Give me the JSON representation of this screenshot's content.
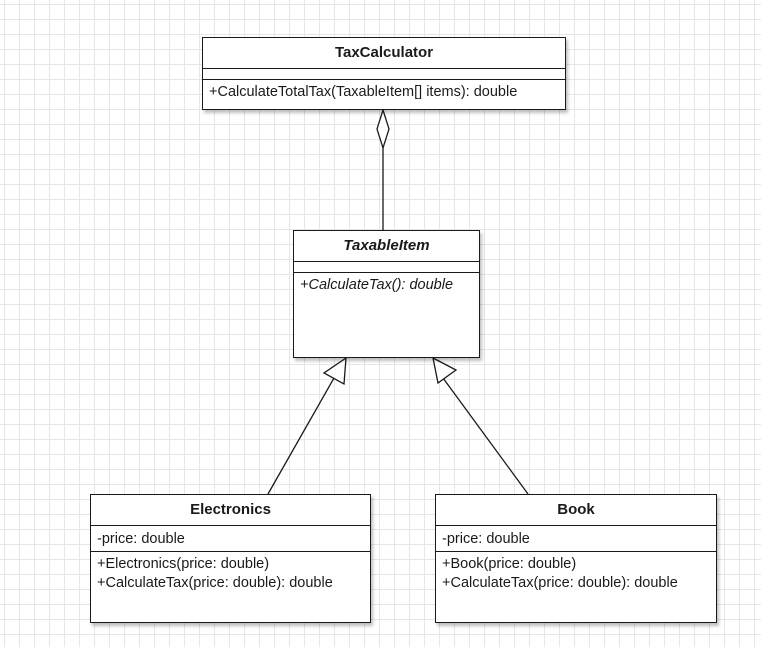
{
  "diagram": {
    "classes": {
      "tax_calculator": {
        "name": "TaxCalculator",
        "attributes": [],
        "methods": [
          "+CalculateTotalTax(TaxableItem[] items): double"
        ]
      },
      "taxable_item": {
        "name": "TaxableItem",
        "attributes": [],
        "methods": [
          "+CalculateTax(): double"
        ]
      },
      "electronics": {
        "name": "Electronics",
        "attributes": [
          "-price: double"
        ],
        "methods": [
          "+Electronics(price: double)",
          "+CalculateTax(price: double): double"
        ]
      },
      "book": {
        "name": "Book",
        "attributes": [
          "-price: double"
        ],
        "methods": [
          "+Book(price: double)",
          "+CalculateTax(price: double): double"
        ]
      }
    },
    "relationships": [
      {
        "from": "TaxCalculator",
        "to": "TaxableItem",
        "type": "aggregation"
      },
      {
        "from": "Electronics",
        "to": "TaxableItem",
        "type": "generalization"
      },
      {
        "from": "Book",
        "to": "TaxableItem",
        "type": "generalization"
      }
    ],
    "colors": {
      "line": "#1a1a1a",
      "grid": "#e6e6e6",
      "background": "#ffffff"
    }
  }
}
